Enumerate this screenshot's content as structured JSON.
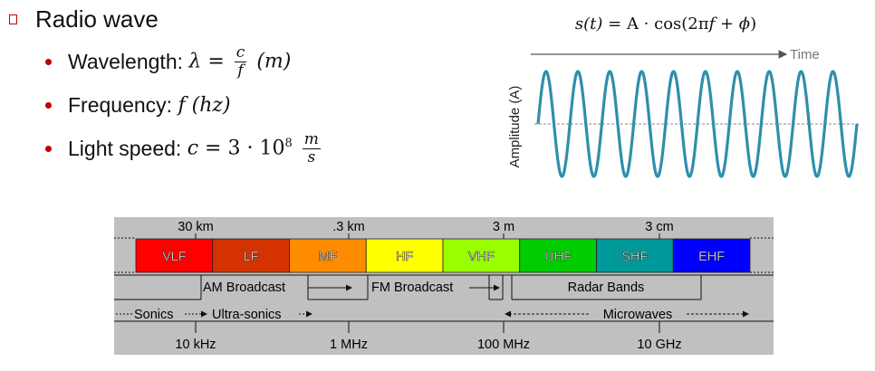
{
  "heading": "Radio wave",
  "bullets": {
    "wavelength": {
      "label": "Wavelength:",
      "lhs": "λ",
      "eq": "=",
      "num": "c",
      "den": "f",
      "unit": "(m)"
    },
    "frequency": {
      "label": "Frequency:",
      "expr": "f",
      "unit": "(hz)"
    },
    "lightspeed": {
      "label": "Light speed:",
      "lhs": "c",
      "eq": "=",
      "value": "3 · 10",
      "exp": "8",
      "num": "m",
      "den": "s"
    }
  },
  "formula": {
    "lhs": "s(t)",
    "eq": " = A · cos(2π",
    "f": "f",
    "plus": " + ",
    "phi": "ϕ",
    "close": ")"
  },
  "wave_plot": {
    "xlabel": "Time",
    "ylabel": "Amplitude (A)",
    "cycles": 10,
    "line_color": "#2e8fab"
  },
  "spectrum": {
    "wavelength_ticks": [
      "30 km",
      ".3 km",
      "3 m",
      "3 cm"
    ],
    "bands": [
      {
        "name": "VLF",
        "color": "#ff0000"
      },
      {
        "name": "LF",
        "color": "#d23300"
      },
      {
        "name": "MF",
        "color": "#ff8c00"
      },
      {
        "name": "HF",
        "color": "#ffff00"
      },
      {
        "name": "VHF",
        "color": "#99ff00"
      },
      {
        "name": "UHF",
        "color": "#00cc00"
      },
      {
        "name": "SHF",
        "color": "#009999"
      },
      {
        "name": "EHF",
        "color": "#0000ff"
      }
    ],
    "ranges": [
      "AM Broadcast",
      "FM Broadcast",
      "Radar Bands"
    ],
    "sound": [
      "Sonics",
      "Ultra-sonics",
      "Microwaves"
    ],
    "frequency_ticks": [
      "10 kHz",
      "1 MHz",
      "100 MHz",
      "10 GHz"
    ],
    "panel_color": "#c0c0c0"
  }
}
